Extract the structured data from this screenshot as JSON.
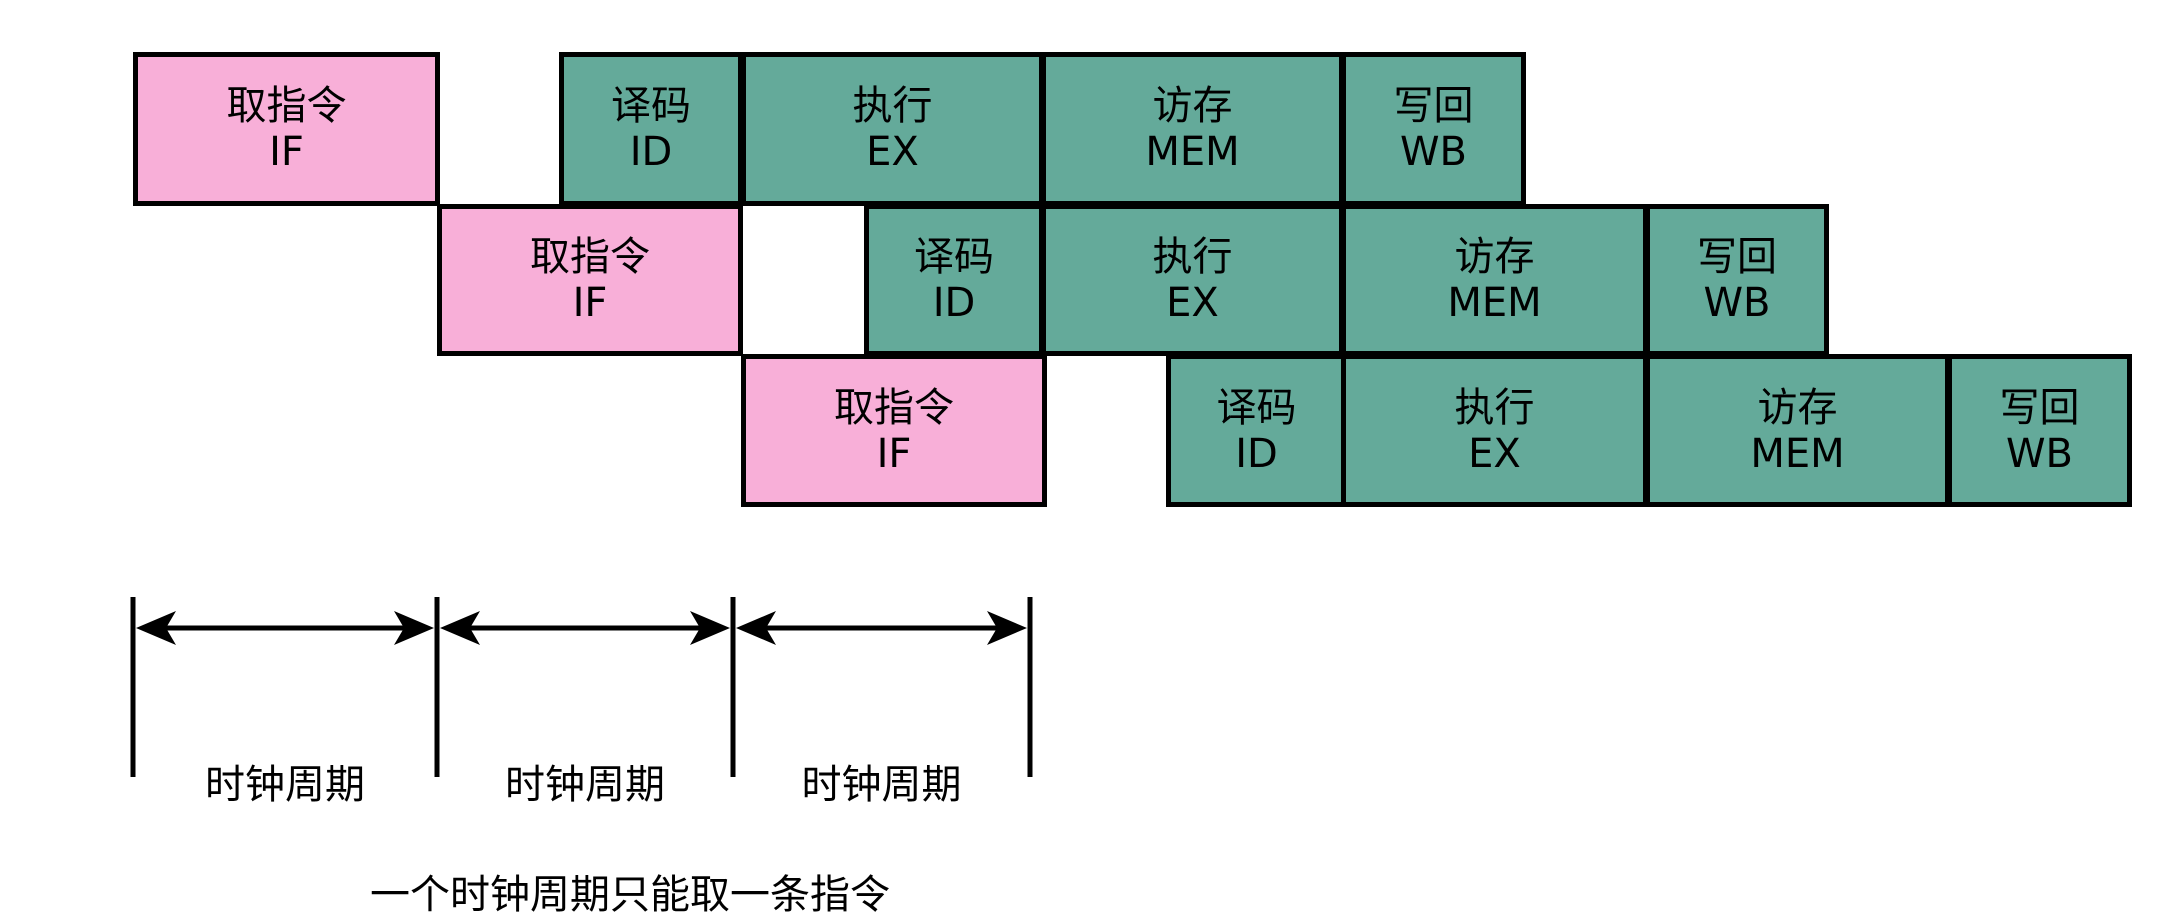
{
  "colors": {
    "fetch_fill": "#F8AFD8",
    "stage_fill": "#64AA9A",
    "border": "#000000",
    "arrow": "#000000"
  },
  "stages": {
    "if": {
      "zh": "取指令",
      "en": "IF"
    },
    "id": {
      "zh": "译码",
      "en": "ID"
    },
    "ex": {
      "zh": "执行",
      "en": "EX"
    },
    "mem": {
      "zh": "访存",
      "en": "MEM"
    },
    "wb": {
      "zh": "写回",
      "en": "WB"
    }
  },
  "instructions": [
    {
      "stages": [
        "if",
        "id",
        "ex",
        "mem",
        "wb"
      ]
    },
    {
      "stages": [
        "if",
        "id",
        "ex",
        "mem",
        "wb"
      ]
    },
    {
      "stages": [
        "if",
        "id",
        "ex",
        "mem",
        "wb"
      ]
    }
  ],
  "timeline": {
    "periods": [
      "时钟周期",
      "时钟周期",
      "时钟周期"
    ]
  },
  "caption": "一个时钟周期只能取一条指令"
}
